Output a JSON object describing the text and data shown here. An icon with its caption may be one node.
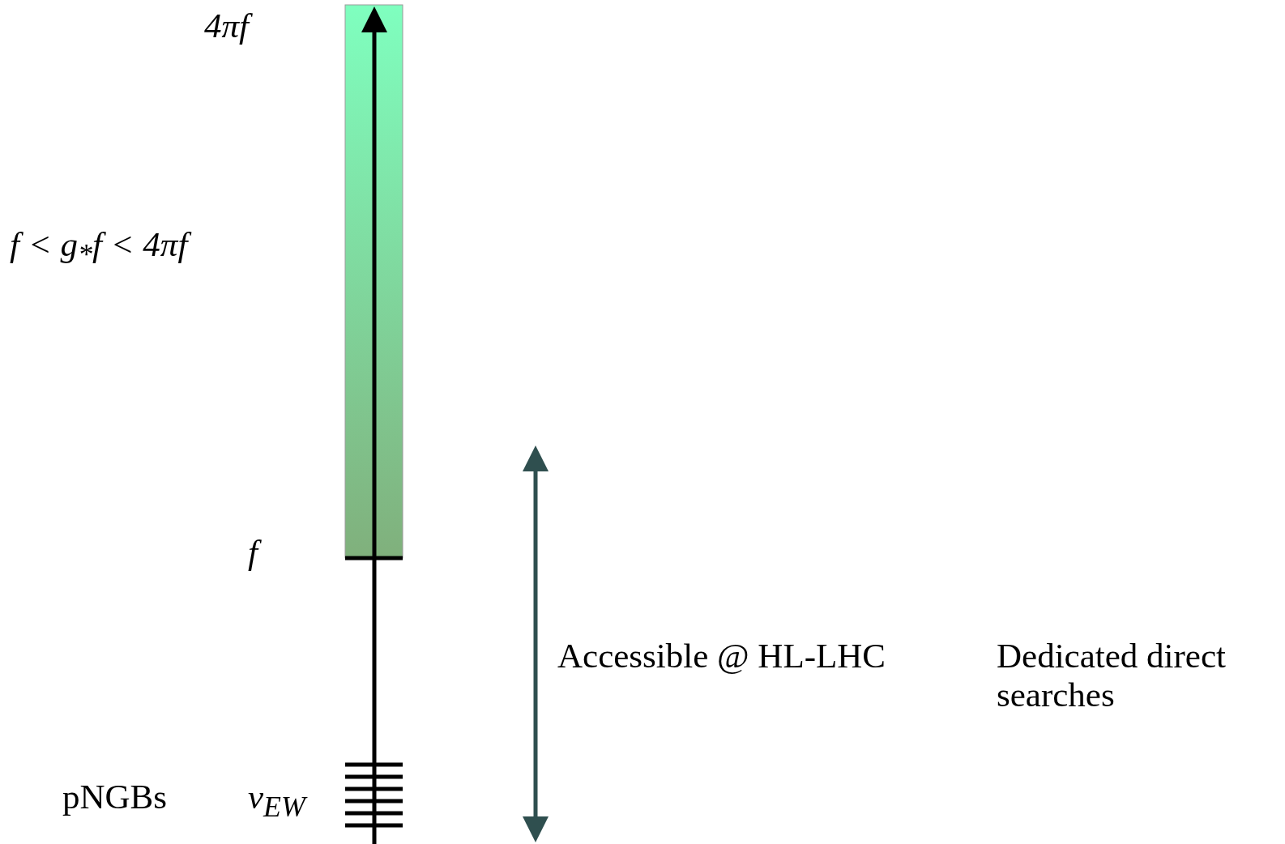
{
  "diagram": {
    "nodes": [
      {
        "text": [],
        "shape": "bar"
      }
    ],
    "labels": [
      "4πf",
      "f < g$_{*}$f < 4πf",
      "f",
      "Accessible @ HL-LHC",
      "Dedicated direct searches",
      "pNGBs",
      "v$_{EW}$"
    ]
  }
}
